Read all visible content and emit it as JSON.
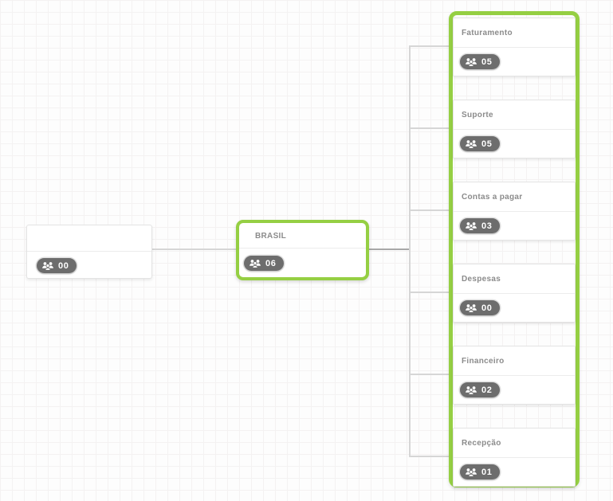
{
  "colors": {
    "accent_green": "#95cf43",
    "badge_bg": "#6d6d6d",
    "badge_text": "#ffffff",
    "node_border": "#e4e4e4",
    "connector": "#d6d6d6",
    "connector_dark": "#a8a8a8",
    "title_text": "#8b8b8b"
  },
  "nodes": {
    "root": {
      "title": "",
      "count": "00"
    },
    "brasil": {
      "title": "BRASIL",
      "count": "06",
      "selected": true
    },
    "children": [
      {
        "title": "Faturamento",
        "count": "05"
      },
      {
        "title": "Suporte",
        "count": "05"
      },
      {
        "title": "Contas a pagar",
        "count": "03"
      },
      {
        "title": "Despesas",
        "count": "00"
      },
      {
        "title": "Financeiro",
        "count": "02"
      },
      {
        "title": "Recepção",
        "count": "01"
      }
    ],
    "children_selected": true
  },
  "icons": {
    "badge_icon": "users-group-icon"
  }
}
